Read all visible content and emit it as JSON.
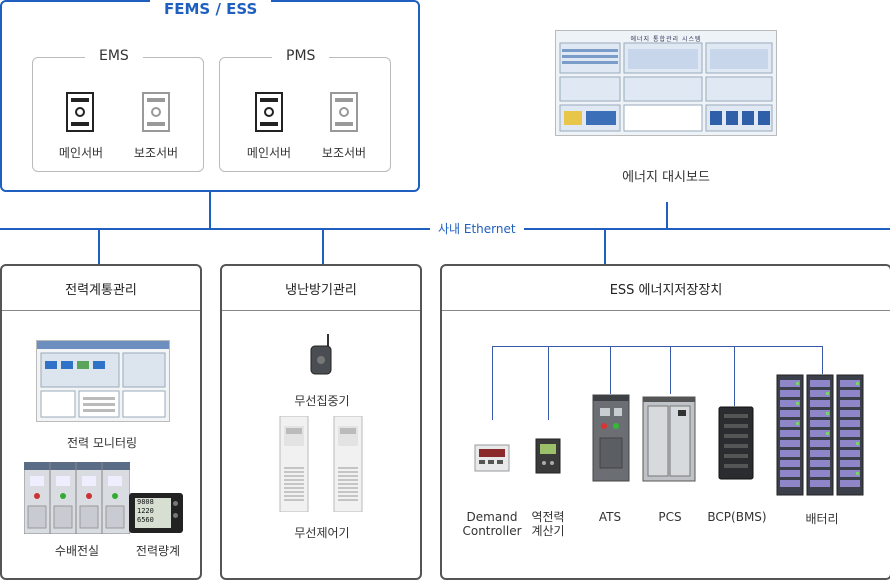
{
  "fems": {
    "title": "FEMS / ESS",
    "ems": {
      "title": "EMS",
      "main": "메인서버",
      "backup": "보조서버"
    },
    "pms": {
      "title": "PMS",
      "main": "메인서버",
      "backup": "보조서버"
    }
  },
  "dashboard": {
    "label": "에너지 대시보드",
    "screen_title": "에너지 통합관리 시스템"
  },
  "network": {
    "label": "사내 Ethernet"
  },
  "power": {
    "title": "전력계통관리",
    "monitoring": "전력 모니터링",
    "substation": "수배전실",
    "meter": "전력량계",
    "meter_readout": [
      "9808",
      "1220",
      "6560"
    ]
  },
  "hvac": {
    "title": "냉난방기관리",
    "hub": "무선집중기",
    "controller": "무선제어기"
  },
  "ess": {
    "title": "ESS 에너지저장장치",
    "devices": [
      {
        "label": "Demand\nController"
      },
      {
        "label": "역전력\n계산기"
      },
      {
        "label": "ATS"
      },
      {
        "label": "PCS"
      },
      {
        "label": "BCP(BMS)"
      },
      {
        "label": "배터리"
      }
    ]
  },
  "colors": {
    "accent": "#1f5fbf",
    "border": "#555555"
  }
}
